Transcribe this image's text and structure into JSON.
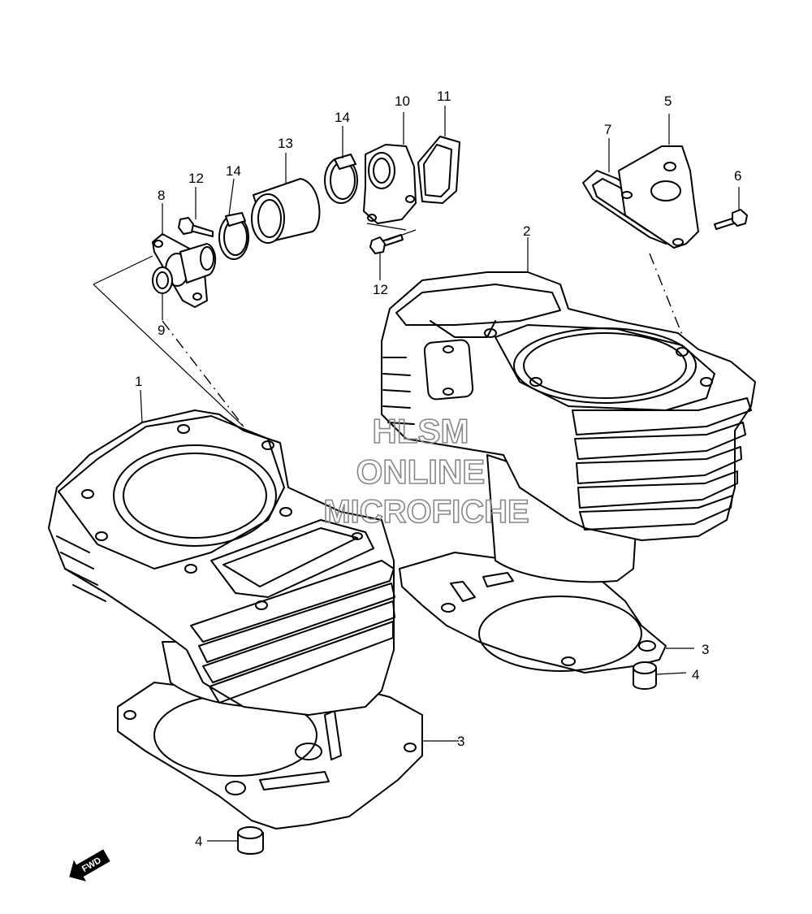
{
  "callouts": [
    {
      "id": "c1",
      "label": "1"
    },
    {
      "id": "c2",
      "label": "2"
    },
    {
      "id": "c3a",
      "label": "3"
    },
    {
      "id": "c3b",
      "label": "3"
    },
    {
      "id": "c4a",
      "label": "4"
    },
    {
      "id": "c4b",
      "label": "4"
    },
    {
      "id": "c5",
      "label": "5"
    },
    {
      "id": "c6",
      "label": "6"
    },
    {
      "id": "c7",
      "label": "7"
    },
    {
      "id": "c8",
      "label": "8"
    },
    {
      "id": "c9",
      "label": "9"
    },
    {
      "id": "c10",
      "label": "10"
    },
    {
      "id": "c11",
      "label": "11"
    },
    {
      "id": "c12a",
      "label": "12"
    },
    {
      "id": "c12b",
      "label": "12"
    },
    {
      "id": "c13",
      "label": "13"
    },
    {
      "id": "c14a",
      "label": "14"
    },
    {
      "id": "c14b",
      "label": "14"
    }
  ],
  "watermark": {
    "line1": "HLSM",
    "line2": "ONLINE",
    "line3": "MICROFICHE"
  },
  "fwd_label": "FWD"
}
